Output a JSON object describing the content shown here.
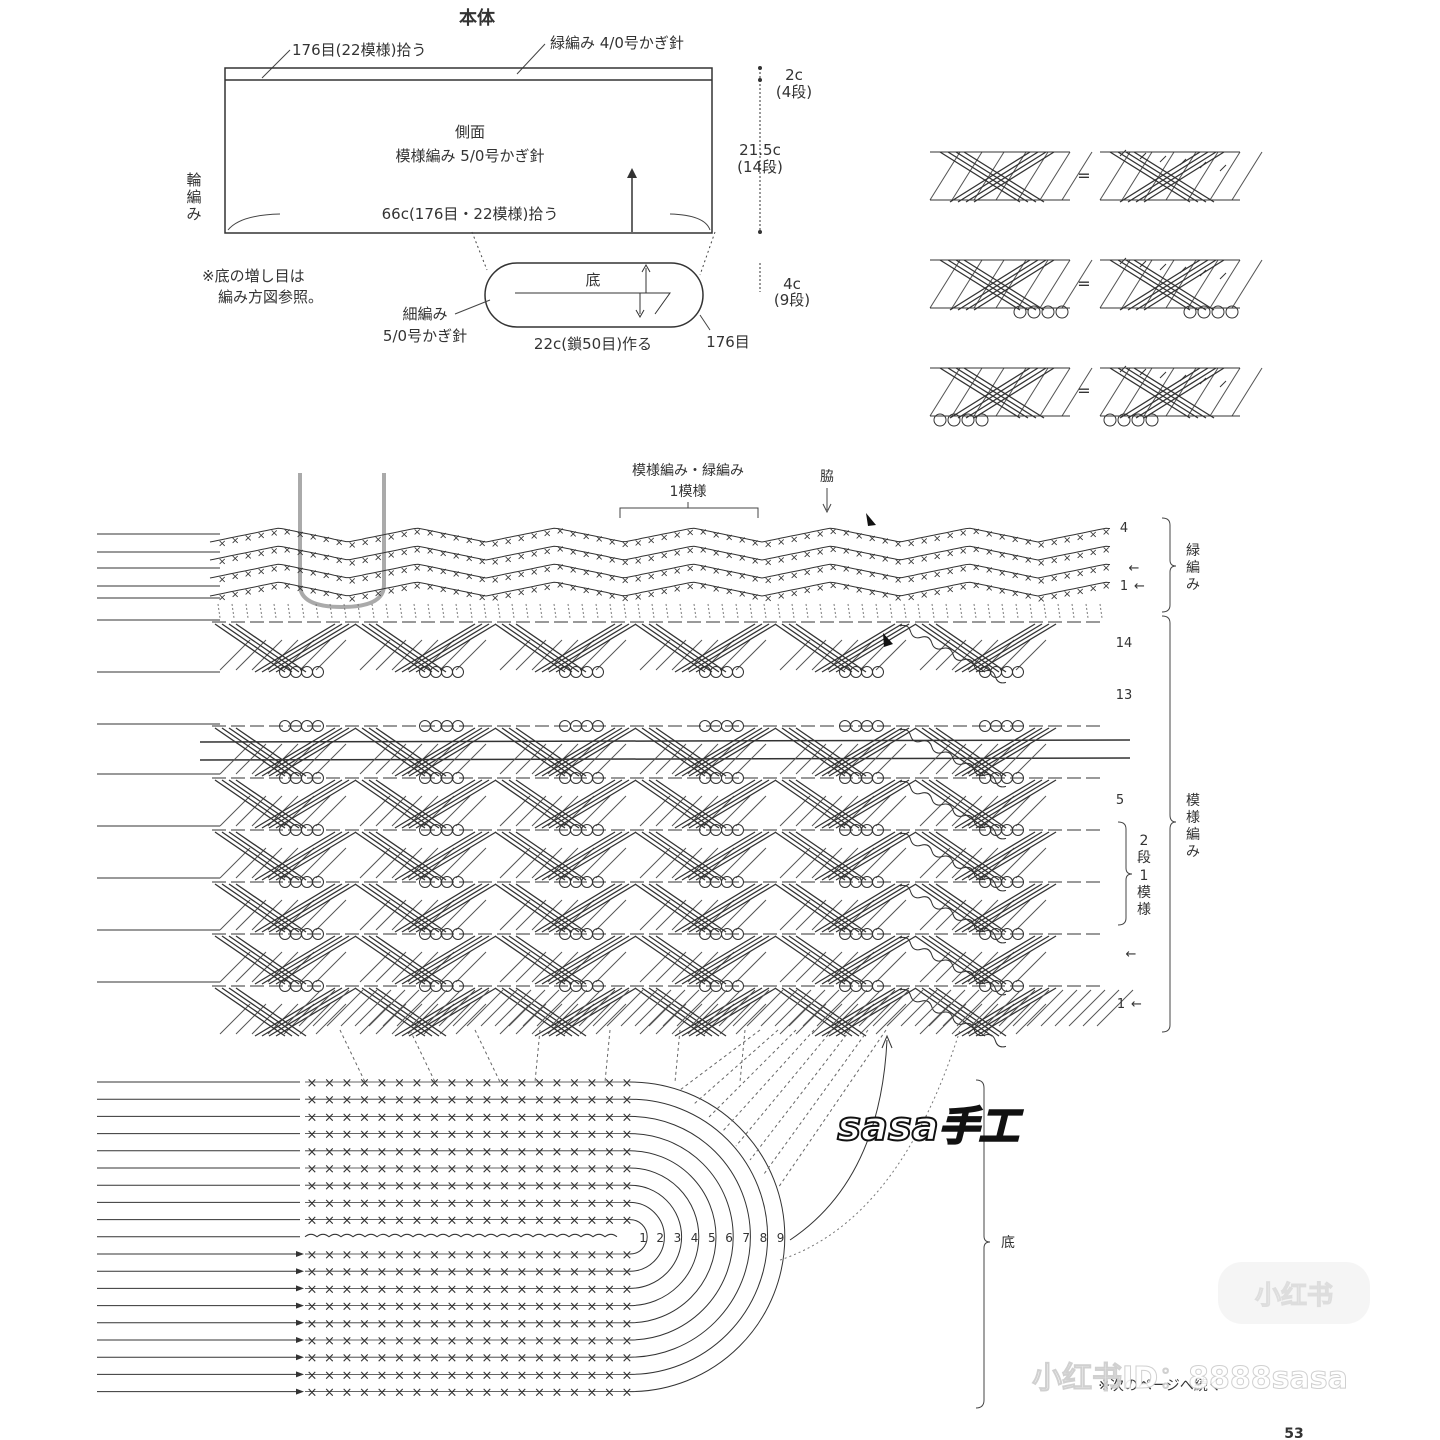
{
  "schematic": {
    "title": "本体",
    "top_pickup": "176目(22模様)拾う",
    "edge_label": "緑編み 4/0号かぎ針",
    "side_name": "側面",
    "side_pattern": "模様編み 5/0号かぎ針",
    "round_label": [
      "輪",
      "編",
      "み"
    ],
    "bottom_pickup": "66c(176目・22模様)拾う",
    "dim_top_c": "2c",
    "dim_top_rows": "(4段)",
    "dim_side_c": "21.5c",
    "dim_side_rows": "(14段)",
    "note_line1": "※底の増し目は",
    "note_line2": "編み方図参照。",
    "base_name": "底",
    "base_stitch_line1": "細編み",
    "base_stitch_line2": "5/0号かぎ針",
    "base_chain": "22c(鎖50目)作る",
    "base_count": "176目",
    "dim_base_c": "4c",
    "dim_base_rows": "(9段)"
  },
  "legend": {
    "equals": "="
  },
  "chart": {
    "repeat_label_line1": "模様編み・緑編み",
    "repeat_label_line2": "1模様",
    "side_mark": "脇",
    "edge_section": [
      "緑",
      "編",
      "み"
    ],
    "pattern_section": [
      "模",
      "様",
      "編",
      "み"
    ],
    "base_section": "底",
    "row_14": "14",
    "row_13": "13",
    "row_5": "5",
    "row_4": "4",
    "row_1": "1",
    "arrow_left": "←",
    "repeat_note": [
      "2",
      "段",
      "1",
      "模",
      "様"
    ],
    "base_rounds": [
      "1",
      "2",
      "3",
      "4",
      "5",
      "6",
      "7",
      "8",
      "9"
    ],
    "continued": "※次のページへ続く"
  },
  "watermarks": {
    "author": "sasa手工",
    "platform": "小红书",
    "account": "小红书ID：8888sasa"
  },
  "page_number": "53"
}
